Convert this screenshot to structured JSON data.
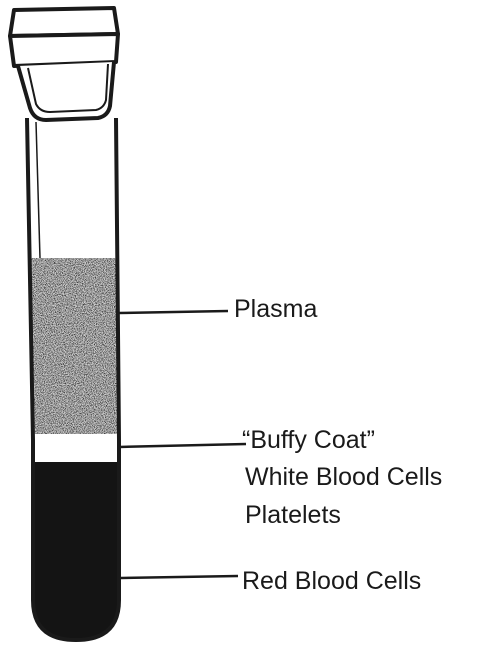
{
  "labels": {
    "plasma": "Plasma",
    "buffy_coat_line1": "“Buffy Coat”",
    "buffy_coat_line2": "White Blood Cells",
    "buffy_coat_line3": "Platelets",
    "red_blood_cells": "Red Blood Cells"
  },
  "colors": {
    "ink": "#1a1a1a",
    "plasma_fill": "#d4d4d4",
    "red_cell_fill": "#141414",
    "buffy_fill": "#ffffff"
  }
}
